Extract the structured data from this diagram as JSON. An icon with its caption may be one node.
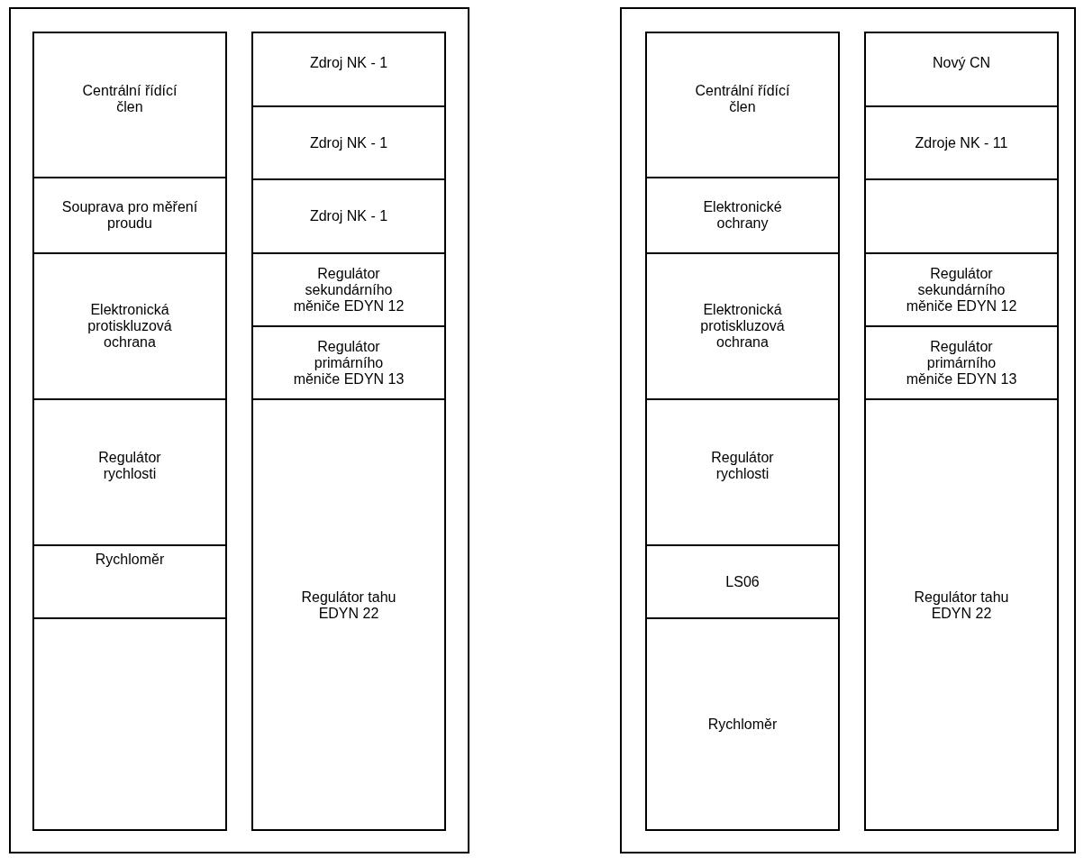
{
  "diagram": {
    "nodes": [
      {
        "text": [],
        "shape": "box"
      },
      {
        "text": [
          "Centrální řídící člen"
        ],
        "in": 0
      },
      {
        "text": [
          "Souprava pro měření proudu"
        ],
        "in": 0
      },
      {
        "text": [
          "Elektronická protiskluzová ochrana"
        ],
        "in": 0
      },
      {
        "text": [
          "Regulátor rychlosti"
        ],
        "in": 0
      },
      {
        "text": [
          "Rychloměr"
        ],
        "in": 0
      },
      {
        "text": [],
        "shape": "box",
        "in": 0
      },
      {
        "text": [
          "Zdroj NK - 1"
        ],
        "in": 0
      },
      {
        "text": [
          "Zdroj NK - 1"
        ],
        "in": 0
      },
      {
        "text": [
          "Zdroj NK - 1"
        ],
        "in": 0
      },
      {
        "text": [
          "Regulátor sekundárního měniče EDYN 12"
        ],
        "in": 0
      },
      {
        "text": [
          "Regulátor primárního měniče EDYN 13"
        ],
        "in": 0
      },
      {
        "text": [
          "Regulátor tahu EDYN 22"
        ],
        "in": 0
      },
      {
        "text": [],
        "shape": "box"
      },
      {
        "text": [
          "Centrální řídící člen"
        ],
        "in": 13
      },
      {
        "text": [
          "Elektronické ochrany"
        ],
        "in": 13
      },
      {
        "text": [
          "Elektronická protiskluzová ochrana"
        ],
        "in": 13
      },
      {
        "text": [
          "Regulátor rychlosti"
        ],
        "in": 13
      },
      {
        "text": [
          "LS06"
        ],
        "in": 13
      },
      {
        "text": [
          "Rychloměr"
        ],
        "in": 13
      },
      {
        "text": [
          "Nový CN"
        ],
        "in": 13
      },
      {
        "text": [
          "Zdroje NK - 11"
        ],
        "in": 13
      },
      {
        "text": [],
        "shape": "box",
        "in": 13
      },
      {
        "text": [
          "Regulátor sekundárního měniče EDYN 12"
        ],
        "in": 13
      },
      {
        "text": [
          "Regulátor primárního měniče EDYN 13"
        ],
        "in": 13
      },
      {
        "text": [
          "Regulátor tahu EDYN 22"
        ],
        "in": 13
      }
    ]
  }
}
